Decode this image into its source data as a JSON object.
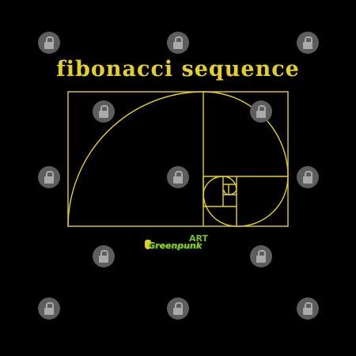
{
  "title": "fibonacci sequence",
  "logo": {
    "brand": "Greenpunk",
    "badge": "ART"
  },
  "colors": {
    "background": "#000000",
    "gold": "#e3cf2a",
    "logo_green": "#8bd12d",
    "watermark": "#5d5d5d"
  },
  "watermark_icon": "lock-icon"
}
